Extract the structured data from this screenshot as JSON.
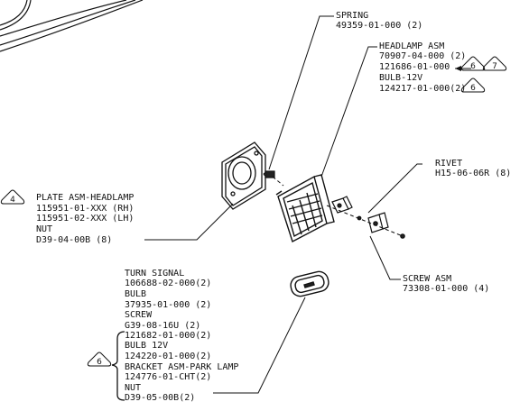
{
  "callouts": {
    "spring": {
      "name": "SPRING",
      "part": "49359-01-000 (2)"
    },
    "headlamp": {
      "name": "HEADLAMP ASM",
      "part1": "70907-04-000 (2)",
      "part2": "121686-01-000",
      "bulb": "BULB-12V",
      "bulb_part": "124217-01-000(2)",
      "ref_a": "6",
      "ref_b": "7",
      "ref_c": "6"
    },
    "rivet": {
      "name": "RIVET",
      "part": "H15-06-06R (8)"
    },
    "plate": {
      "ref": "4",
      "name": "PLATE ASM-HEADLAMP",
      "part_rh": "115951-01-XXX (RH)",
      "part_lh": "115951-02-XXX (LH)",
      "nut": "NUT",
      "nut_part": "D39-04-00B (8)"
    },
    "screw_asm": {
      "name": "SCREW ASM",
      "part": "73308-01-000 (4)"
    },
    "turn_signal": {
      "ref": "6",
      "lines": [
        "TURN SIGNAL",
        "106688-02-000(2)",
        "BULB",
        "37935-01-000 (2)",
        "SCREW",
        "G39-08-16U (2)",
        "121682-01-000(2)",
        "BULB 12V",
        "124220-01-000(2)",
        "BRACKET ASM-PARK LAMP",
        "124776-01-CHT(2)",
        "NUT",
        "D39-05-00B(2)"
      ]
    }
  }
}
